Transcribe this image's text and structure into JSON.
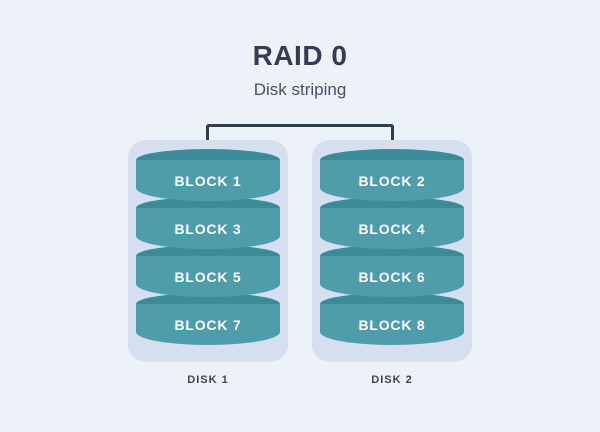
{
  "header": {
    "title": "RAID 0",
    "subtitle": "Disk striping"
  },
  "disks": [
    {
      "label": "DISK 1",
      "blocks": [
        "BLOCK 1",
        "BLOCK 3",
        "BLOCK 5",
        "BLOCK 7"
      ]
    },
    {
      "label": "DISK 2",
      "blocks": [
        "BLOCK 2",
        "BLOCK 4",
        "BLOCK 6",
        "BLOCK 8"
      ]
    }
  ],
  "colors": {
    "background": "#edf1f8",
    "disk_shell": "#d6dff0",
    "cylinder_body": "#4f9dab",
    "cylinder_top": "#3c8b99",
    "block_text": "#ffffff",
    "title_text": "#333d52",
    "subtitle_text": "#46526a",
    "connector": "#333d52",
    "disk_label_text": "#3b4559"
  }
}
